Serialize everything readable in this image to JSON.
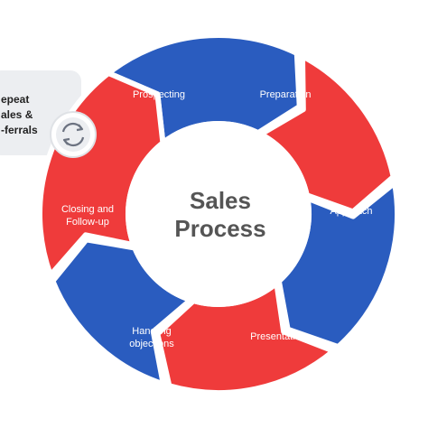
{
  "diagram": {
    "title": {
      "line1": "Sales",
      "line2": "Process"
    },
    "stages": [
      {
        "name": "prospecting",
        "lines": [
          "Prospecting"
        ],
        "color": "#2a5cbf"
      },
      {
        "name": "preparation",
        "lines": [
          "Preparation"
        ],
        "color": "#ef3b3b"
      },
      {
        "name": "approach",
        "lines": [
          "Approach"
        ],
        "color": "#2a5cbf"
      },
      {
        "name": "presentation",
        "lines": [
          "Presentation"
        ],
        "color": "#ef3b3b"
      },
      {
        "name": "handling-objections",
        "lines": [
          "Handling",
          "objections"
        ],
        "color": "#2a5cbf"
      },
      {
        "name": "closing",
        "lines": [
          "Closing and",
          "Follow-up"
        ],
        "color": "#ef3b3b"
      }
    ],
    "side_panel": {
      "lines": [
        "epeat",
        "ales &",
        "-ferrals"
      ],
      "bg_color": "#eceef1",
      "icon": "refresh-cycle-icon"
    },
    "colors": {
      "blue": "#2a5cbf",
      "red": "#ef3b3b",
      "center": "#ffffff",
      "title": "#555555"
    }
  }
}
